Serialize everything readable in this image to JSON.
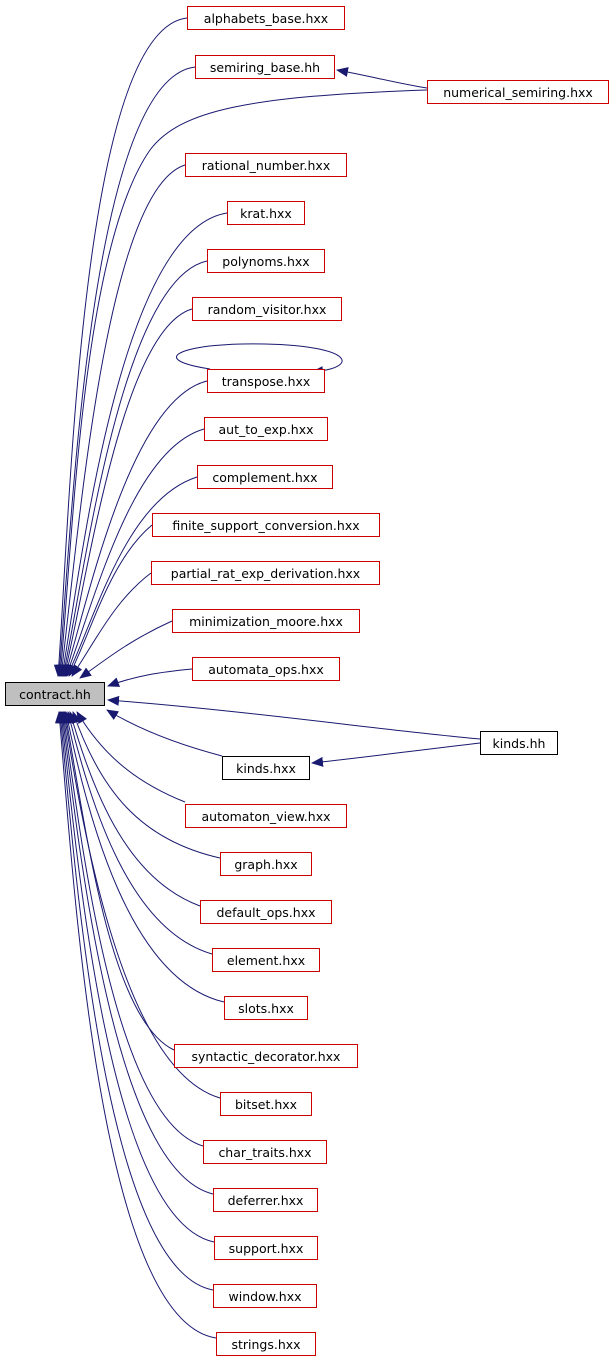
{
  "graph": {
    "focus": {
      "label": "contract.hh"
    },
    "nodes": [
      {
        "id": "alphabets_base",
        "label": "alphabets_base.hxx",
        "border": "red"
      },
      {
        "id": "semiring_base",
        "label": "semiring_base.hh",
        "border": "red"
      },
      {
        "id": "numerical_semiring",
        "label": "numerical_semiring.hxx",
        "border": "red"
      },
      {
        "id": "rational_number",
        "label": "rational_number.hxx",
        "border": "red"
      },
      {
        "id": "krat",
        "label": "krat.hxx",
        "border": "red"
      },
      {
        "id": "polynoms",
        "label": "polynoms.hxx",
        "border": "red"
      },
      {
        "id": "random_visitor",
        "label": "random_visitor.hxx",
        "border": "red"
      },
      {
        "id": "transpose",
        "label": "transpose.hxx",
        "border": "red"
      },
      {
        "id": "aut_to_exp",
        "label": "aut_to_exp.hxx",
        "border": "red"
      },
      {
        "id": "complement",
        "label": "complement.hxx",
        "border": "red"
      },
      {
        "id": "finite_support_conversion",
        "label": "finite_support_conversion.hxx",
        "border": "red"
      },
      {
        "id": "partial_rat_exp_derivation",
        "label": "partial_rat_exp_derivation.hxx",
        "border": "red"
      },
      {
        "id": "minimization_moore",
        "label": "minimization_moore.hxx",
        "border": "red"
      },
      {
        "id": "automata_ops",
        "label": "automata_ops.hxx",
        "border": "red"
      },
      {
        "id": "kinds_hh",
        "label": "kinds.hh",
        "border": "black"
      },
      {
        "id": "kinds_hxx",
        "label": "kinds.hxx",
        "border": "black"
      },
      {
        "id": "automaton_view",
        "label": "automaton_view.hxx",
        "border": "red"
      },
      {
        "id": "graph",
        "label": "graph.hxx",
        "border": "red"
      },
      {
        "id": "default_ops",
        "label": "default_ops.hxx",
        "border": "red"
      },
      {
        "id": "element",
        "label": "element.hxx",
        "border": "red"
      },
      {
        "id": "slots",
        "label": "slots.hxx",
        "border": "red"
      },
      {
        "id": "syntactic_decorator",
        "label": "syntactic_decorator.hxx",
        "border": "red"
      },
      {
        "id": "bitset",
        "label": "bitset.hxx",
        "border": "red"
      },
      {
        "id": "char_traits",
        "label": "char_traits.hxx",
        "border": "red"
      },
      {
        "id": "deferrer",
        "label": "deferrer.hxx",
        "border": "red"
      },
      {
        "id": "support",
        "label": "support.hxx",
        "border": "red"
      },
      {
        "id": "window",
        "label": "window.hxx",
        "border": "red"
      },
      {
        "id": "strings",
        "label": "strings.hxx",
        "border": "red"
      }
    ],
    "edges": [
      {
        "from": "alphabets_base",
        "to": "contract"
      },
      {
        "from": "semiring_base",
        "to": "contract"
      },
      {
        "from": "numerical_semiring",
        "to": "semiring_base"
      },
      {
        "from": "numerical_semiring",
        "to": "contract"
      },
      {
        "from": "rational_number",
        "to": "contract"
      },
      {
        "from": "krat",
        "to": "contract"
      },
      {
        "from": "polynoms",
        "to": "contract"
      },
      {
        "from": "random_visitor",
        "to": "contract"
      },
      {
        "from": "transpose",
        "to": "transpose"
      },
      {
        "from": "transpose",
        "to": "contract"
      },
      {
        "from": "aut_to_exp",
        "to": "contract"
      },
      {
        "from": "complement",
        "to": "contract"
      },
      {
        "from": "finite_support_conversion",
        "to": "contract"
      },
      {
        "from": "partial_rat_exp_derivation",
        "to": "contract"
      },
      {
        "from": "minimization_moore",
        "to": "contract"
      },
      {
        "from": "automata_ops",
        "to": "contract"
      },
      {
        "from": "kinds_hh",
        "to": "contract"
      },
      {
        "from": "kinds_hh",
        "to": "kinds_hxx"
      },
      {
        "from": "kinds_hxx",
        "to": "contract"
      },
      {
        "from": "automaton_view",
        "to": "contract"
      },
      {
        "from": "graph",
        "to": "contract"
      },
      {
        "from": "default_ops",
        "to": "contract"
      },
      {
        "from": "element",
        "to": "contract"
      },
      {
        "from": "slots",
        "to": "contract"
      },
      {
        "from": "syntactic_decorator",
        "to": "contract"
      },
      {
        "from": "bitset",
        "to": "contract"
      },
      {
        "from": "char_traits",
        "to": "contract"
      },
      {
        "from": "deferrer",
        "to": "contract"
      },
      {
        "from": "support",
        "to": "contract"
      },
      {
        "from": "window",
        "to": "contract"
      },
      {
        "from": "strings",
        "to": "contract"
      }
    ],
    "colors": {
      "edge": "#191970",
      "node_border_red": "#cc0000",
      "node_border_black": "#000000",
      "focus_fill": "#bfbfbf"
    }
  }
}
